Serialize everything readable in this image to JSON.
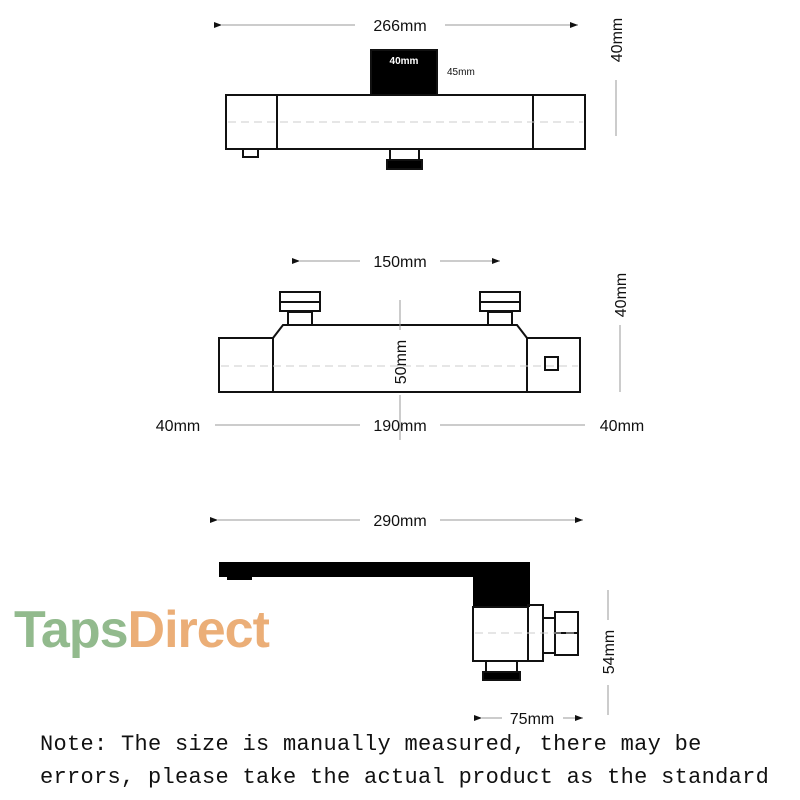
{
  "top_view": {
    "width_label": "266mm",
    "height_label": "40mm",
    "block_label": "40mm",
    "block_side_label": "45mm"
  },
  "middle_view": {
    "inlet_spacing_label": "150mm",
    "height_label": "40mm",
    "body_height_label": "50mm",
    "left_label": "40mm",
    "center_label": "190mm",
    "right_label": "40mm"
  },
  "bottom_view": {
    "total_width_label": "290mm",
    "height_label": "54mm",
    "depth_label": "75mm"
  },
  "note": {
    "line1": "Note: The size is manually measured, there may be",
    "line2": "errors, please take the actual product as the standard"
  },
  "watermark": {
    "part1": "Taps",
    "part2": "Direct",
    "color1": "#7fae7a",
    "color2": "#e8a060"
  }
}
